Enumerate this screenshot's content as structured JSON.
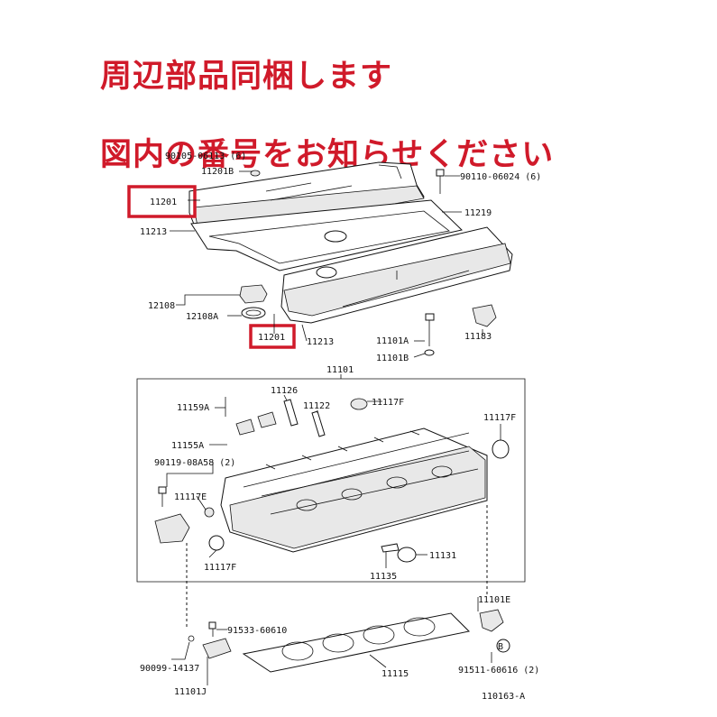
{
  "headlines": {
    "line1": "周辺部品同梱します",
    "line2": "図内の番号をお知らせください"
  },
  "highlight_color": "#d01a2a",
  "part_numbers": {
    "p_90105": "90105-06113 (6)",
    "p_11201b": "11201B",
    "p_11201_top": "11201",
    "p_11213_top": "11213",
    "p_90110": "90110-06024 (6)",
    "p_11219": "11219",
    "p_12108": "12108",
    "p_12108a": "12108A",
    "p_11201_mid": "11201",
    "p_11213_mid": "11213",
    "p_11101a": "11101A",
    "p_11101b": "11101B",
    "p_11183": "11183",
    "p_11101": "11101",
    "p_11159a": "11159A",
    "p_11126": "11126",
    "p_11122": "11122",
    "p_11117f_a": "11117F",
    "p_11117f_b": "11117F",
    "p_11155a": "11155A",
    "p_90119": "90119-08A58 (2)",
    "p_11117e": "11117E",
    "p_11117f_c": "11117F",
    "p_11131": "11131",
    "p_11135": "11135",
    "p_11101e": "11101E",
    "p_91533": "91533-60610",
    "p_b_marker": "B",
    "p_90099": "90099-14137",
    "p_11115": "11115",
    "p_91511": "91511-60616 (2)",
    "p_11101j": "11101J",
    "p_ref": "110163-A"
  }
}
